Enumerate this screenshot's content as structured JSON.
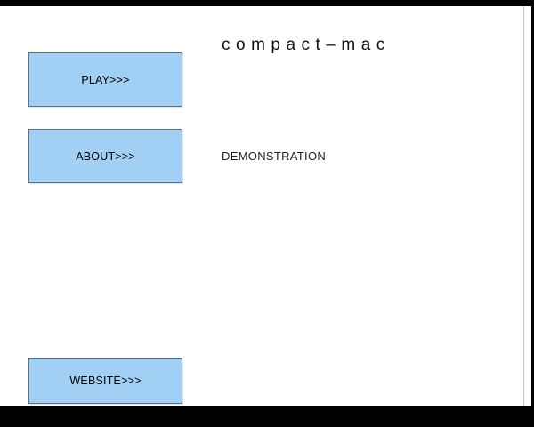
{
  "app": {
    "title": "compact-mac",
    "title_display": "compact–mac"
  },
  "theme": {
    "background": "#ffffff",
    "letterbox": "#000000",
    "button_fill": "#a2d0f4",
    "button_border": "#5b728c",
    "text": "#000000"
  },
  "menu": {
    "buttons": [
      {
        "label": "PLAY>>>",
        "name": "play"
      },
      {
        "label": "ABOUT>>>",
        "name": "about"
      },
      {
        "label": "WEBSITE>>>",
        "name": "website"
      }
    ]
  },
  "content": {
    "heading": "DEMONSTRATION"
  }
}
